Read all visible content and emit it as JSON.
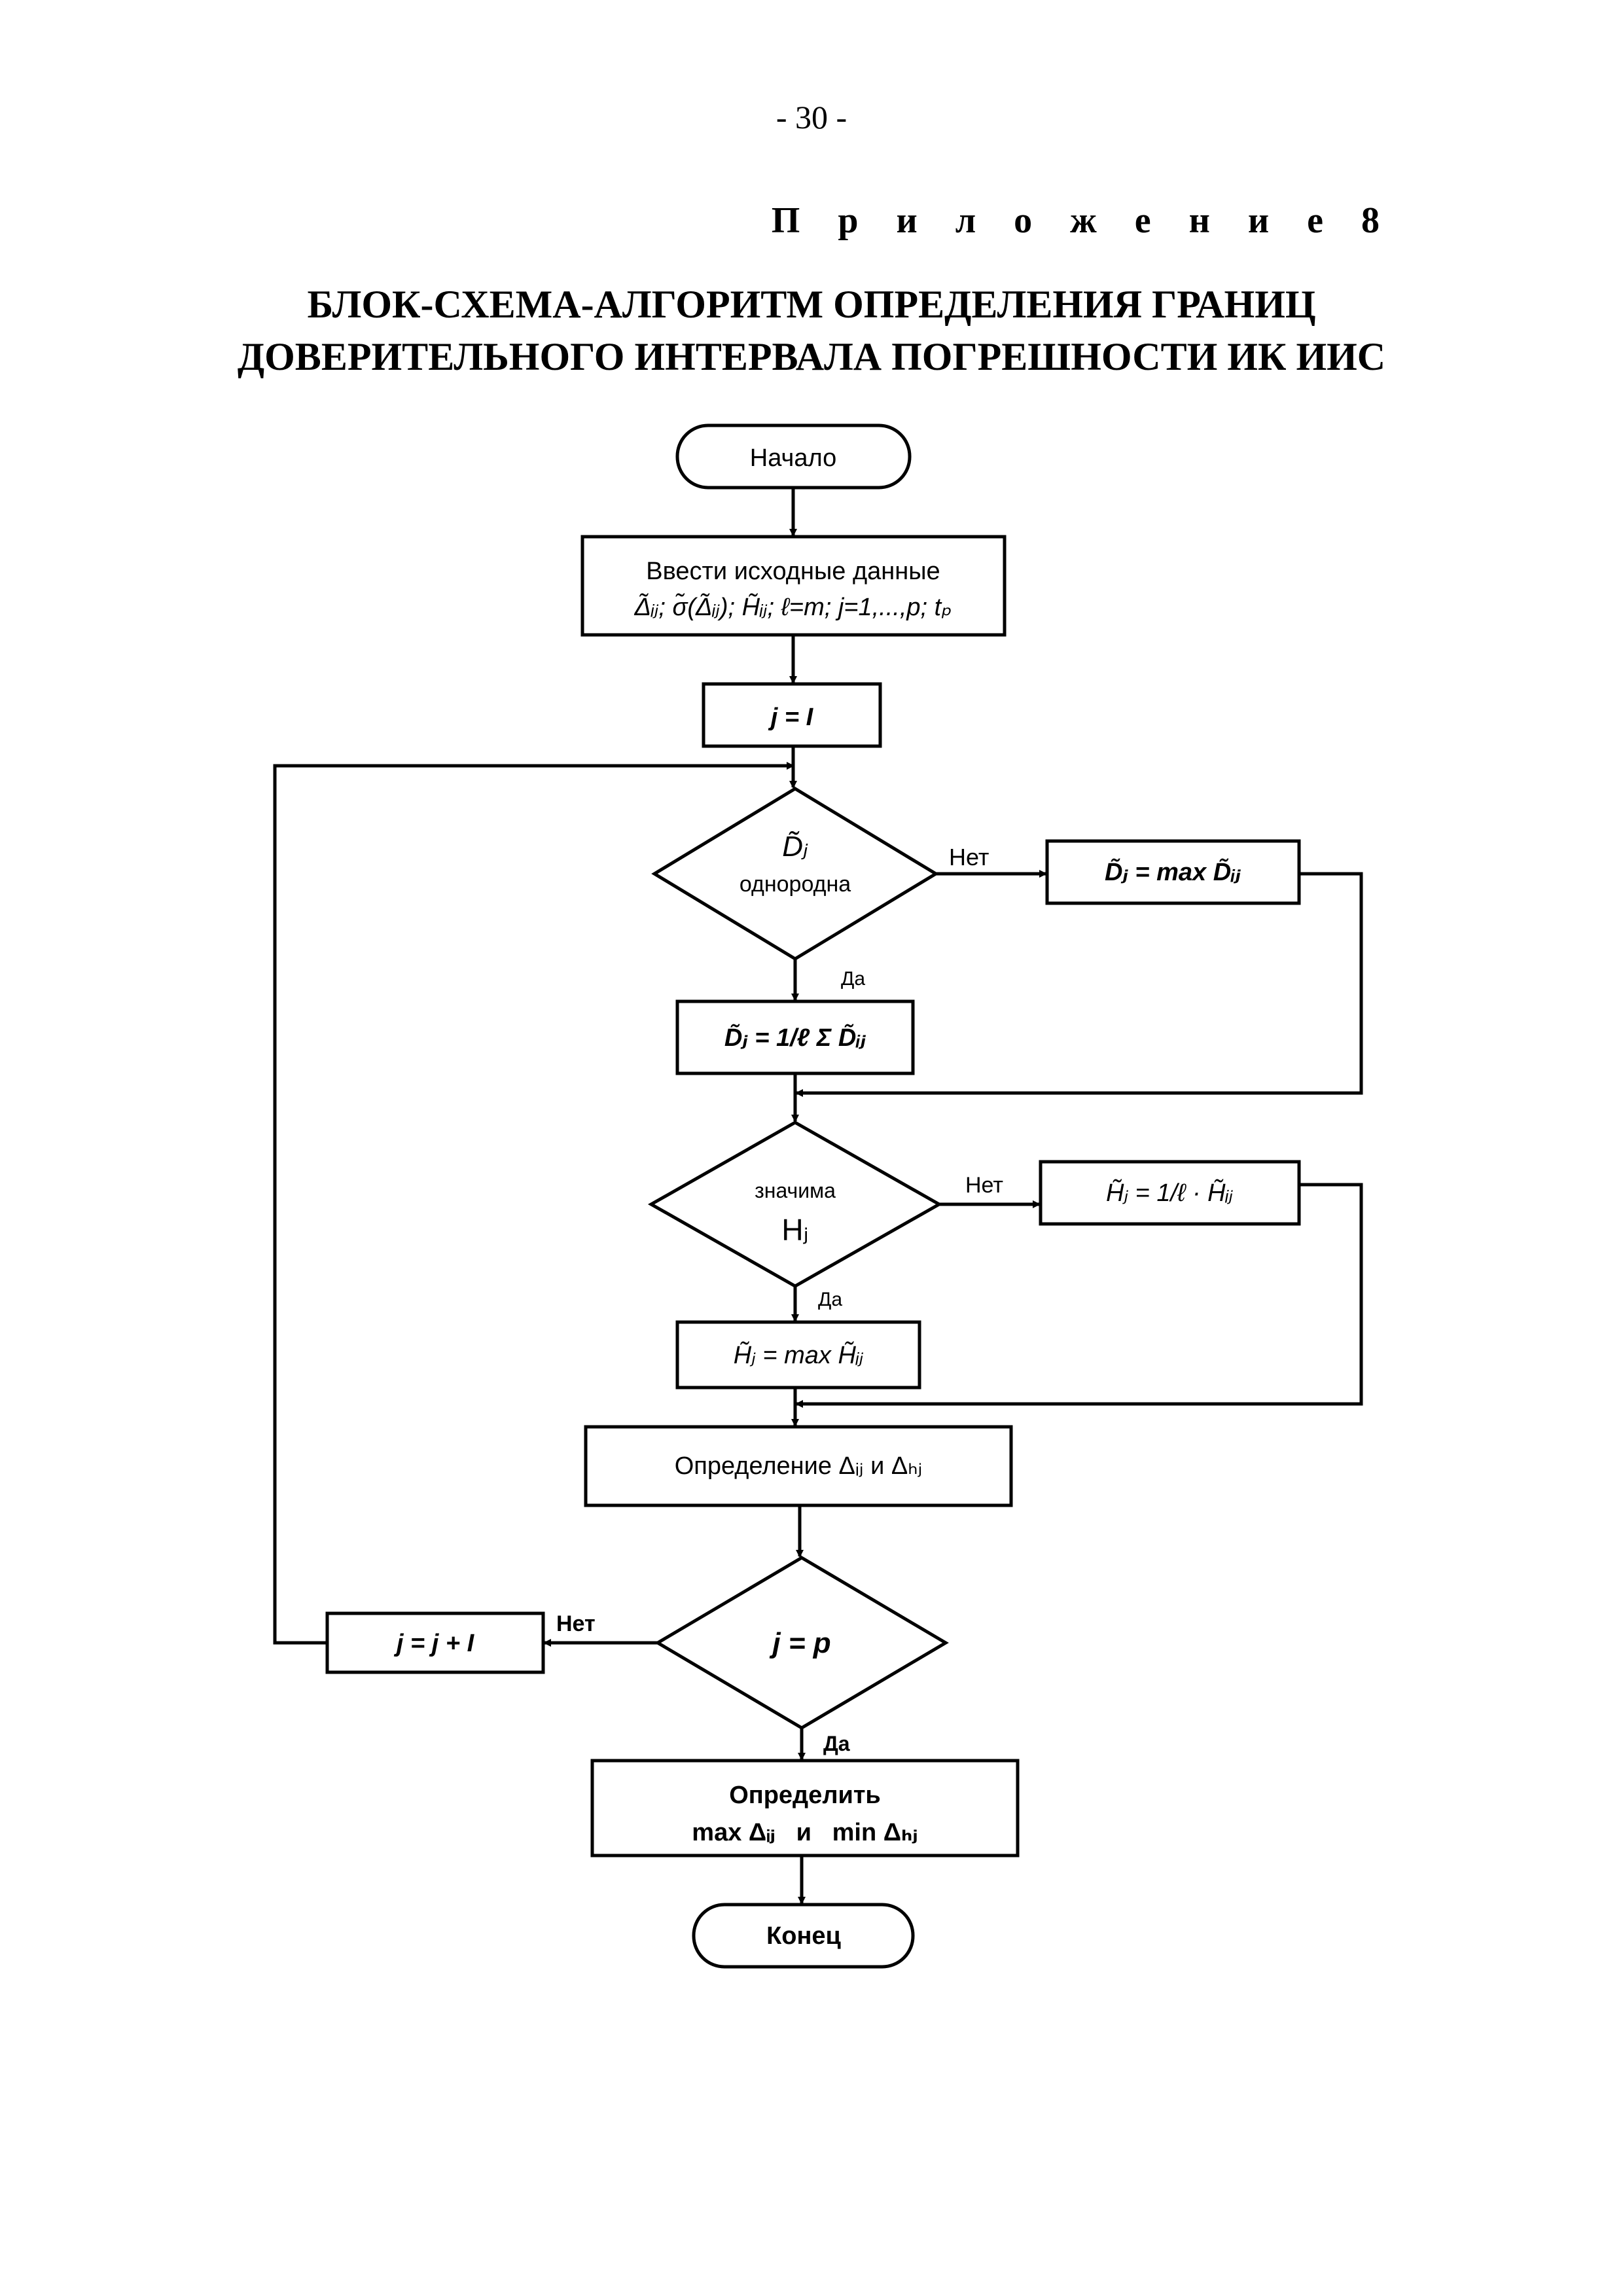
{
  "page_number": "- 30 -",
  "appendix_label": "П р и л о ж е н и е 8",
  "title": {
    "line1": "БЛОК-СХЕМА-АЛГОРИТМ ОПРЕДЕЛЕНИЯ ГРАНИЦ",
    "line2": "ДОВЕРИТЕЛЬНОГО ИНТЕРВАЛА ПОГРЕШНОСТИ ИК ИИС"
  },
  "flowchart": {
    "start": "Начало",
    "input": {
      "line1": "Ввести исходные данные",
      "line2": "Δ̃ᵢⱼ; σ̃(Δ̃ᵢⱼ); H̃ᵢⱼ; ℓ=m; j=1,...,p; tₚ"
    },
    "init": "j = I",
    "decision1": {
      "symbol": "D̃ⱼ",
      "text": "однородна",
      "no": "Нет",
      "yes": "Да"
    },
    "no_branch1": "D̃ⱼ = max D̃ᵢⱼ",
    "yes_branch1": "D̃ⱼ = 1/ℓ Σ D̃ᵢⱼ",
    "decision2": {
      "text": "значима",
      "symbol": "Hⱼ",
      "no": "Нет",
      "yes": "Да"
    },
    "no_branch2": "H̃ⱼ = 1/ℓ · H̃ᵢⱼ",
    "yes_branch2": "H̃ⱼ = max H̃ᵢⱼ",
    "compute": "Определение Δᵢⱼ и Δₕⱼ",
    "decision3": {
      "text": "j = p",
      "no": "Нет",
      "yes": "Да"
    },
    "increment": "j = j + I",
    "final": {
      "line1": "Определить",
      "line2": "max Δᵢⱼ   и   min Δₕⱼ"
    },
    "end": "Конец"
  }
}
